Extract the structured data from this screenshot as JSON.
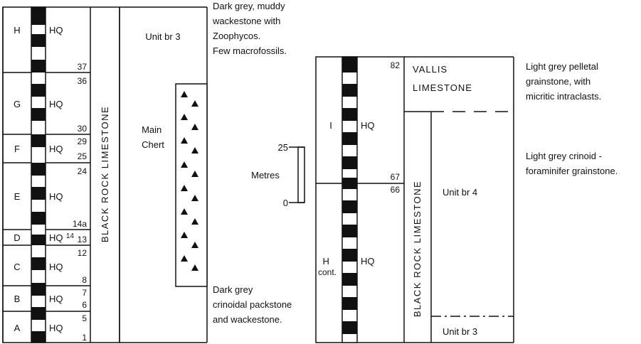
{
  "left_column": {
    "units": [
      {
        "letter": "H",
        "code": "HQ"
      },
      {
        "letter": "G",
        "code": "HQ"
      },
      {
        "letter": "F",
        "code": "HQ"
      },
      {
        "letter": "E",
        "code": "HQ"
      },
      {
        "letter": "D",
        "code": "HQ"
      },
      {
        "letter": "C",
        "code": "HQ"
      },
      {
        "letter": "B",
        "code": "HQ"
      },
      {
        "letter": "A",
        "code": "HQ"
      }
    ],
    "bed_numbers": [
      "37",
      "36",
      "30",
      "29",
      "25",
      "24",
      "14a",
      "14",
      "13",
      "12",
      "8",
      "7",
      "6",
      "5",
      "1"
    ],
    "formation": "BLACK ROCK LIMESTONE",
    "unit_label": "Unit br 3",
    "chert_label": "Main\nChert"
  },
  "left_notes": {
    "upper": "Dark grey, muddy\nwackestone with\nZoophycos.\nFew macrofossils.",
    "lower": "Dark grey\ncrinoidal packstone\nand wackestone."
  },
  "scale": {
    "top_value": "25",
    "bottom_value": "0",
    "label": "Metres"
  },
  "right_column": {
    "units": [
      {
        "letter": "I",
        "code": "HQ"
      },
      {
        "letter": "H\ncont.",
        "code": "HQ"
      }
    ],
    "bed_numbers": [
      "82",
      "67",
      "66"
    ],
    "upper_formation": "VALLIS\nLIMESTONE",
    "formation": "BLACK ROCK LIMESTONE",
    "unit_upper": "Unit br 4",
    "unit_lower": "Unit br 3"
  },
  "right_notes": {
    "upper": "Light grey pelletal\ngrainstone, with\nmicritic intraclasts.",
    "lower": "Light grey crinoid -\nforaminifer grainstone."
  }
}
